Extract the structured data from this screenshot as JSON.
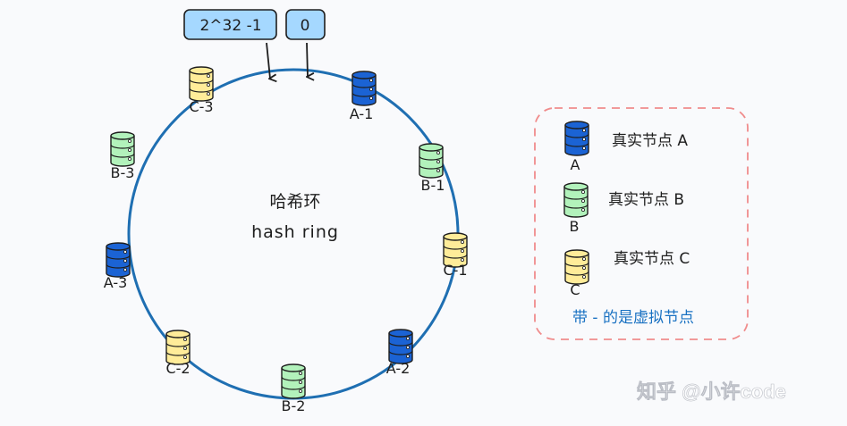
{
  "ring": {
    "title": "哈希环",
    "subtitle": "hash ring",
    "label_max": "2^32 -1",
    "label_zero": "0"
  },
  "colors": {
    "ring": "#1f6fb2",
    "node_a": "#1b63d4",
    "node_b": "#b2f2bb",
    "node_c": "#ffec99",
    "label_box": "#a5d8ff",
    "legend_border": "#f08c8c",
    "note_text": "#1971c2"
  },
  "nodes": [
    {
      "id": "A-1",
      "label": "A-1",
      "type": "a"
    },
    {
      "id": "B-1",
      "label": "B-1",
      "type": "b"
    },
    {
      "id": "C-1",
      "label": "C-1",
      "type": "c"
    },
    {
      "id": "A-2",
      "label": "A-2",
      "type": "a"
    },
    {
      "id": "B-2",
      "label": "B-2",
      "type": "b"
    },
    {
      "id": "C-2",
      "label": "C-2",
      "type": "c"
    },
    {
      "id": "A-3",
      "label": "A-3",
      "type": "a"
    },
    {
      "id": "B-3",
      "label": "B-3",
      "type": "b"
    },
    {
      "id": "C-3",
      "label": "C-3",
      "type": "c"
    }
  ],
  "legend": {
    "items": [
      {
        "letter": "A",
        "text": "真实节点 A",
        "type": "a"
      },
      {
        "letter": "B",
        "text": "真实节点 B",
        "type": "b"
      },
      {
        "letter": "C",
        "text": "真实节点 C",
        "type": "c"
      }
    ],
    "note": "带 - 的是虚拟节点"
  },
  "watermark": "知乎 @小许code"
}
